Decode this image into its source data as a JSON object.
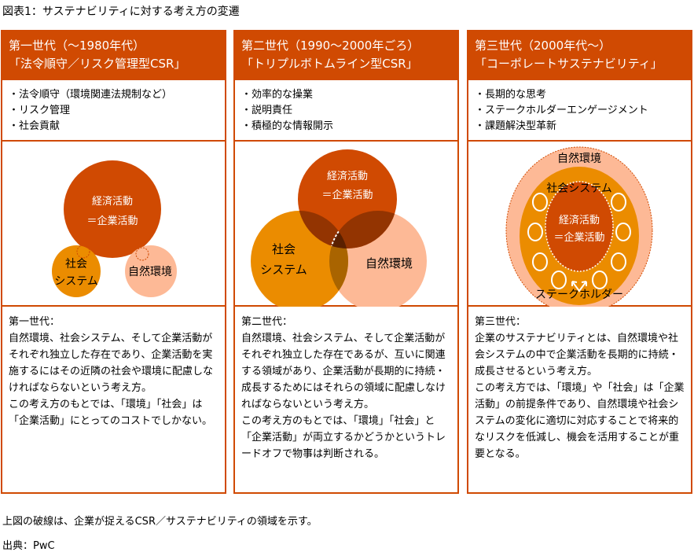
{
  "title": "図表1：サステナビリティに対する考え方の変遷",
  "panels": [
    {
      "head1": "第一世代（～1980年代）",
      "head2": "「法令順守／リスク管理型CSR」",
      "bullets": [
        "・法令順守（環境関連法規制など）",
        "・リスク管理",
        "・社会貢献"
      ],
      "labels": {
        "econ1": "経済活動",
        "econ2": "＝企業活動",
        "soc1": "社会",
        "soc2": "システム",
        "env": "自然環境"
      },
      "desc": [
        "第一世代：",
        "自然環境、社会システム、そして企業活動がそれぞれ独立した存在であり、企業活動を実施するにはその近隣の社会や環境に配慮しなければならないという考え方。",
        "この考え方のもとでは、「環境」「社会」は「企業活動」にとってのコストでしかない。"
      ]
    },
    {
      "head1": "第二世代（1990～2000年ごろ）",
      "head2": "「トリプルボトムライン型CSR」",
      "bullets": [
        "・効率的な操業",
        "・説明責任",
        "・積極的な情報開示"
      ],
      "labels": {
        "econ1": "経済活動",
        "econ2": "＝企業活動",
        "soc1": "社会",
        "soc2": "システム",
        "env": "自然環境"
      },
      "desc": [
        "第二世代：",
        "自然環境、社会システム、そして企業活動がそれぞれ独立した存在であるが、互いに関連する領域があり、企業活動が長期的に持続・成長するためにはそれらの領域に配慮しなければならないという考え方。",
        "この考え方のもとでは、「環境」「社会」と「企業活動」が両立するかどうかというトレードオフで物事は判断される。"
      ]
    },
    {
      "head1": "第三世代（2000年代～）",
      "head2": "「コーポレートサステナビリティ」",
      "bullets": [
        "・長期的な思考",
        "・ステークホルダーエンゲージメント",
        "・課題解決型革新"
      ],
      "labels": {
        "env": "自然環境",
        "soc": "社会システム",
        "econ1": "経済活動",
        "econ2": "＝企業活動",
        "stake": "ステークホルダー"
      },
      "desc": [
        "第三世代：",
        "企業のサステナビリティとは、自然環境や社会システムの中で企業活動を長期的に持続・成長させるという考え方。",
        "この考え方では、「環境」や「社会」は「企業活動」の前提条件であり、自然環境や社会システムの変化に適切に対応することで将来的なリスクを低減し、機会を活用することが重要となる。"
      ]
    }
  ],
  "note": "上図の破線は、企業が捉えるCSR／サステナビリティの領域を示す。",
  "source": "出典：PwC",
  "colors": {
    "dark": "#D04A02",
    "orange": "#EB8C00",
    "peach": "#FDB996"
  }
}
